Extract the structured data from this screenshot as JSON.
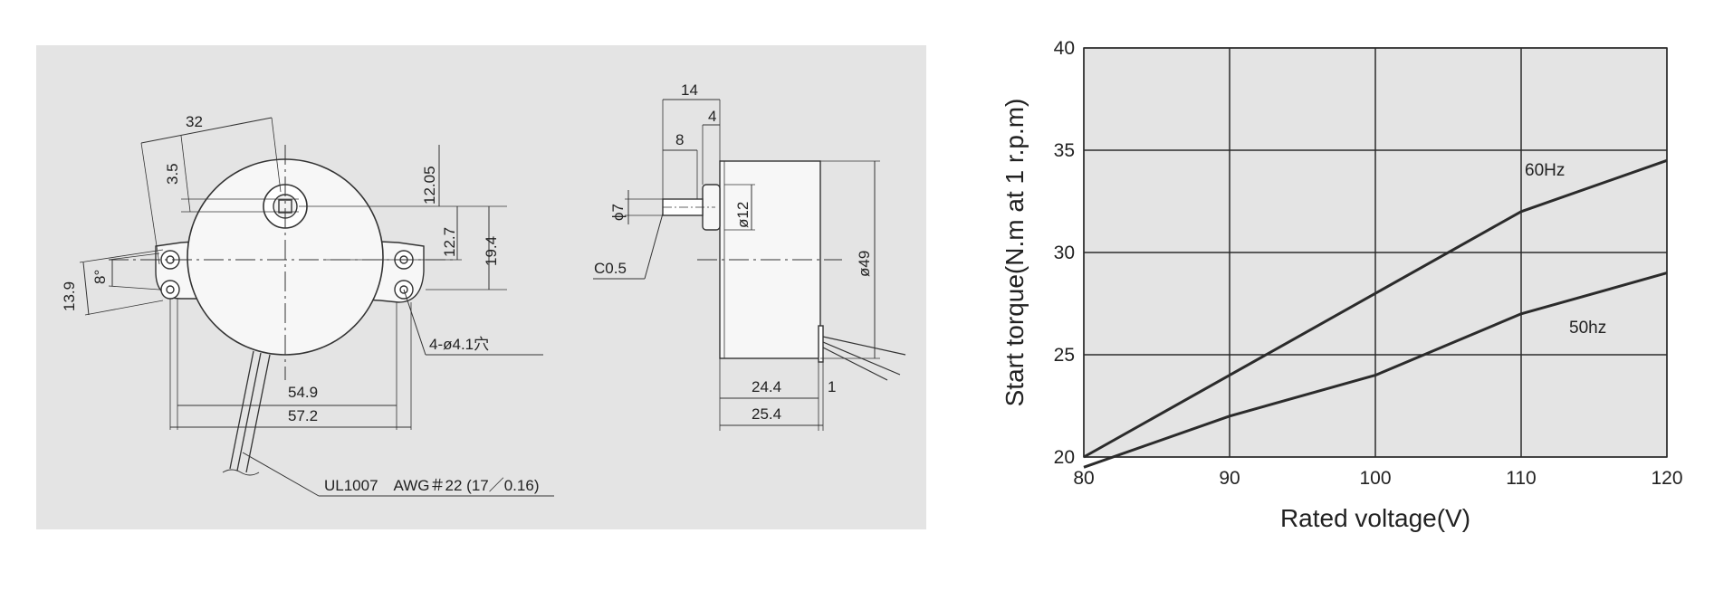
{
  "drawing": {
    "front_view": {
      "dim_32": "32",
      "dim_3_5": "3.5",
      "dim_12_05": "12.05",
      "dim_12_7": "12.7",
      "dim_19_4": "19.4",
      "dim_8deg": "8°",
      "dim_13_9": "13.9",
      "dim_54_9": "54.9",
      "dim_57_2": "57.2",
      "hole_note": "4-ø4.1穴",
      "wire_note": "UL1007　AWG＃22 (17／0.16)"
    },
    "side_view": {
      "dim_14": "14",
      "dim_4": "4",
      "dim_8": "8",
      "dim_phi7": "ϕ7",
      "dim_phi12": "ø12",
      "dim_phi49": "ø49",
      "chamfer": "C0.5",
      "dim_24_4": "24.4",
      "dim_1": "1",
      "dim_25_4": "25.4"
    }
  },
  "chart_data": {
    "type": "line",
    "title": "",
    "xlabel": "Rated voltage(V)",
    "ylabel": "Start torque(N.m at 1 r.p.m)",
    "xlim": [
      80,
      120
    ],
    "ylim": [
      20,
      40
    ],
    "x_ticks": [
      "80",
      "90",
      "100",
      "110",
      "120"
    ],
    "y_ticks": [
      "20",
      "25",
      "30",
      "35",
      "40"
    ],
    "grid": true,
    "series": [
      {
        "name": "60Hz",
        "x": [
          80,
          90,
          100,
          110,
          120
        ],
        "y": [
          20,
          24,
          28,
          32,
          34.5
        ]
      },
      {
        "name": "50hz",
        "x": [
          80,
          90,
          100,
          110,
          120
        ],
        "y": [
          19.5,
          22,
          24,
          27,
          29
        ]
      }
    ],
    "colors": {
      "line": "#2b2b2b",
      "grid": "#2b2b2b"
    }
  }
}
